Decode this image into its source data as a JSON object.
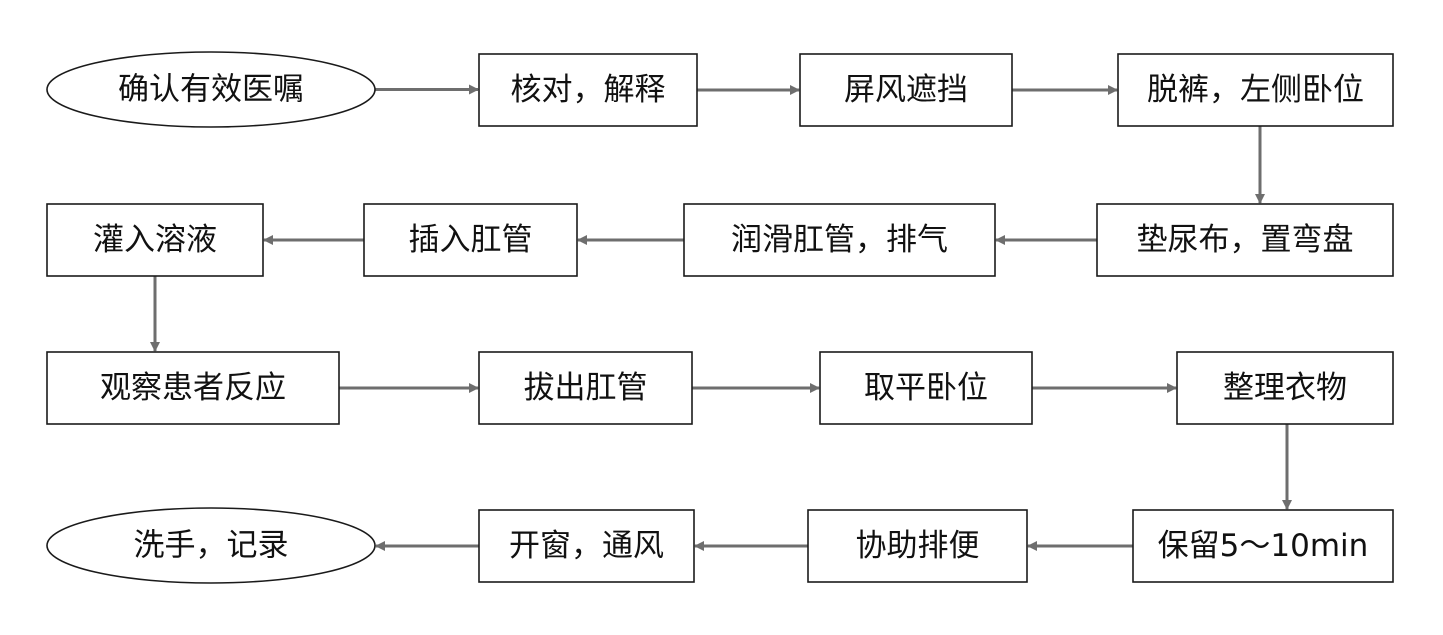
{
  "colors": {
    "stroke": "#1a1a1a",
    "arrow": "#6e6e6e",
    "text": "#111111"
  },
  "nodes": [
    {
      "id": "n1",
      "text": "确认有效医嘱",
      "shape": "ellipse"
    },
    {
      "id": "n2",
      "text": "核对，解释",
      "shape": "rect"
    },
    {
      "id": "n3",
      "text": "屏风遮挡",
      "shape": "rect"
    },
    {
      "id": "n4",
      "text": "脱裤，左侧卧位",
      "shape": "rect"
    },
    {
      "id": "n5",
      "text": "垫尿布，置弯盘",
      "shape": "rect"
    },
    {
      "id": "n6",
      "text": "润滑肛管，排气",
      "shape": "rect"
    },
    {
      "id": "n7",
      "text": "插入肛管",
      "shape": "rect"
    },
    {
      "id": "n8",
      "text": "灌入溶液",
      "shape": "rect"
    },
    {
      "id": "n9",
      "text": "观察患者反应",
      "shape": "rect"
    },
    {
      "id": "n10",
      "text": "拔出肛管",
      "shape": "rect"
    },
    {
      "id": "n11",
      "text": "取平卧位",
      "shape": "rect"
    },
    {
      "id": "n12",
      "text": "整理衣物",
      "shape": "rect"
    },
    {
      "id": "n13",
      "text": "保留5～10min",
      "shape": "rect"
    },
    {
      "id": "n14",
      "text": "协助排便",
      "shape": "rect"
    },
    {
      "id": "n15",
      "text": "开窗，通风",
      "shape": "rect"
    },
    {
      "id": "n16",
      "text": "洗手，记录",
      "shape": "ellipse"
    }
  ],
  "edges": [
    [
      "n1",
      "n2"
    ],
    [
      "n2",
      "n3"
    ],
    [
      "n3",
      "n4"
    ],
    [
      "n4",
      "n5"
    ],
    [
      "n5",
      "n6"
    ],
    [
      "n6",
      "n7"
    ],
    [
      "n7",
      "n8"
    ],
    [
      "n8",
      "n9"
    ],
    [
      "n9",
      "n10"
    ],
    [
      "n10",
      "n11"
    ],
    [
      "n11",
      "n12"
    ],
    [
      "n12",
      "n13"
    ],
    [
      "n13",
      "n14"
    ],
    [
      "n14",
      "n15"
    ],
    [
      "n15",
      "n16"
    ]
  ]
}
